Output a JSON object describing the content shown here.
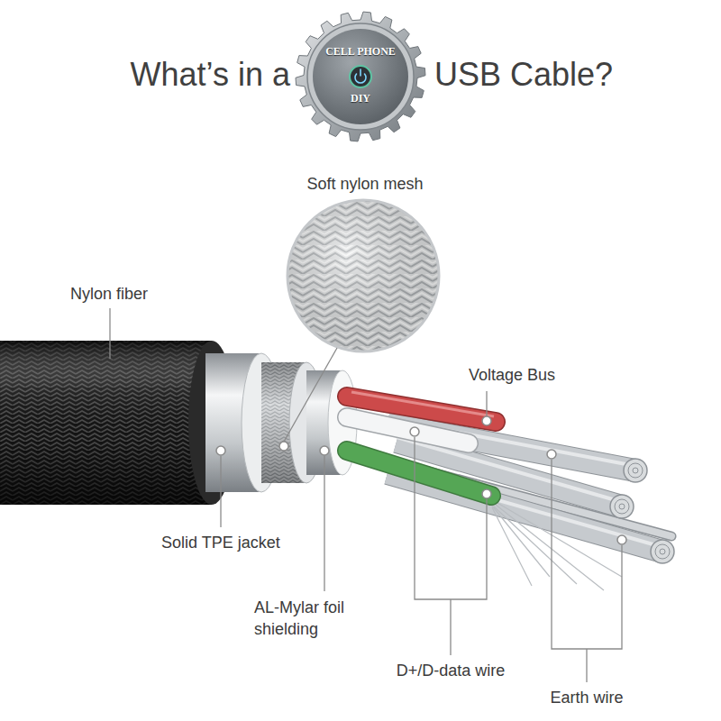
{
  "diagram": {
    "nodes": [
      {
        "text": [
          "CELL PHONE",
          "DIY"
        ]
      }
    ],
    "labels": [
      "What’s in a",
      "USB Cable?",
      "Soft nylon mesh",
      "Nylon fiber",
      "Voltage Bus",
      "Solid TPE jacket",
      "AL-Mylar foil shielding",
      "D+/D-data wire",
      "Earth wire"
    ]
  }
}
